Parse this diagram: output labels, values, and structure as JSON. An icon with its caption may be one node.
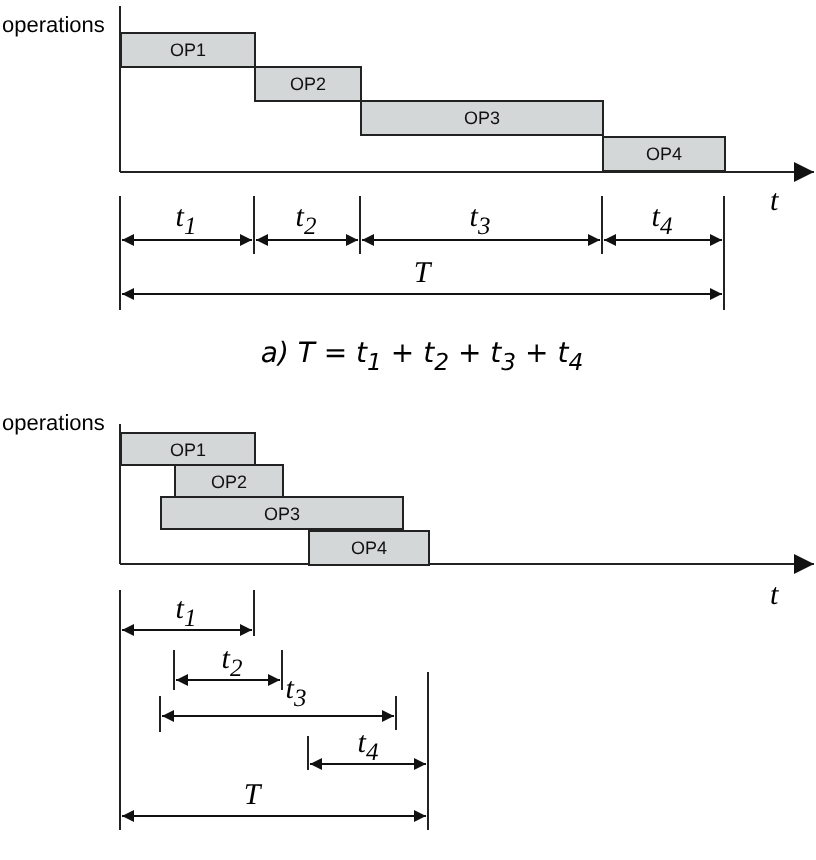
{
  "diagram": {
    "nodes": [
      {
        "text": [
          "OP1"
        ]
      },
      {
        "text": [
          "OP2"
        ]
      },
      {
        "text": [
          "OP3"
        ]
      },
      {
        "text": [
          "OP4"
        ]
      },
      {
        "text": [
          "OP1"
        ]
      },
      {
        "text": [
          "OP2"
        ]
      },
      {
        "text": [
          "OP3"
        ]
      },
      {
        "text": [
          "OP4"
        ]
      }
    ],
    "edges": [],
    "labels": [
      "operations",
      "t",
      "t$_{1}$",
      "t$_{2}$",
      "t$_{3}$",
      "t$_{4}$",
      "T",
      "a) T = t$_{1}$ + t$_{2}$ + t$_{3}$ + t$_{4}$",
      "operations",
      "t",
      "t$_{1}$",
      "t$_{2}$",
      "t$_{3}$",
      "t$_{4}$",
      "T"
    ]
  }
}
